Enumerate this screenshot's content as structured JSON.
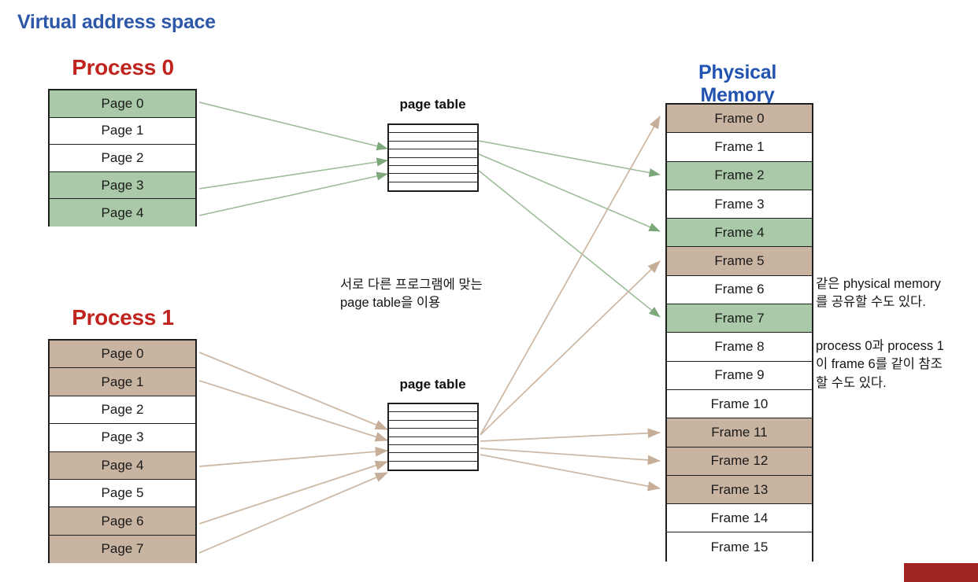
{
  "slide": {
    "title": "Virtual address space"
  },
  "process0": {
    "title": "Process 0",
    "rows": [
      {
        "label": "Page 0",
        "fill": "green"
      },
      {
        "label": "Page 1",
        "fill": "plain"
      },
      {
        "label": "Page 2",
        "fill": "plain"
      },
      {
        "label": "Page 3",
        "fill": "green"
      },
      {
        "label": "Page 4",
        "fill": "green"
      }
    ]
  },
  "process1": {
    "title": "Process 1",
    "rows": [
      {
        "label": "Page 0",
        "fill": "tan"
      },
      {
        "label": "Page 1",
        "fill": "tan"
      },
      {
        "label": "Page 2",
        "fill": "plain"
      },
      {
        "label": "Page 3",
        "fill": "plain"
      },
      {
        "label": "Page 4",
        "fill": "tan"
      },
      {
        "label": "Page 5",
        "fill": "plain"
      },
      {
        "label": "Page 6",
        "fill": "tan"
      },
      {
        "label": "Page 7",
        "fill": "tan"
      }
    ]
  },
  "physical_memory": {
    "title": "Physical Memory",
    "rows": [
      {
        "label": "Frame 0",
        "fill": "tan"
      },
      {
        "label": "Frame 1",
        "fill": "plain"
      },
      {
        "label": "Frame 2",
        "fill": "green"
      },
      {
        "label": "Frame 3",
        "fill": "plain"
      },
      {
        "label": "Frame 4",
        "fill": "green"
      },
      {
        "label": "Frame 5",
        "fill": "tan"
      },
      {
        "label": "Frame 6",
        "fill": "plain"
      },
      {
        "label": "Frame 7",
        "fill": "green"
      },
      {
        "label": "Frame 8",
        "fill": "plain"
      },
      {
        "label": "Frame 9",
        "fill": "plain"
      },
      {
        "label": "Frame 10",
        "fill": "plain"
      },
      {
        "label": "Frame 11",
        "fill": "tan"
      },
      {
        "label": "Frame 12",
        "fill": "tan"
      },
      {
        "label": "Frame 13",
        "fill": "tan"
      },
      {
        "label": "Frame 14",
        "fill": "plain"
      },
      {
        "label": "Frame 15",
        "fill": "plain"
      }
    ]
  },
  "page_table_top": {
    "label": "page table",
    "row_count": 8
  },
  "page_table_bottom": {
    "label": "page table",
    "row_count": 8
  },
  "notes": {
    "middle": "서로 다른 프로그램에 맞는\npage table을 이용",
    "share": "같은 physical memory\n를 공유할 수도 있다.",
    "frame6": "process 0과 process 1\n이 frame 6를 같이 참조\n할 수도 있다."
  },
  "colors": {
    "title_blue": "#2d57a8",
    "process_red": "#c0241e",
    "physical_blue": "#2253b0",
    "green_fill": "#a9c9a9",
    "tan_fill": "#c8b4a1",
    "green_arrow": "#8bad87",
    "tan_arrow": "#cdb8a5",
    "corner_bar": "#9e2420"
  }
}
